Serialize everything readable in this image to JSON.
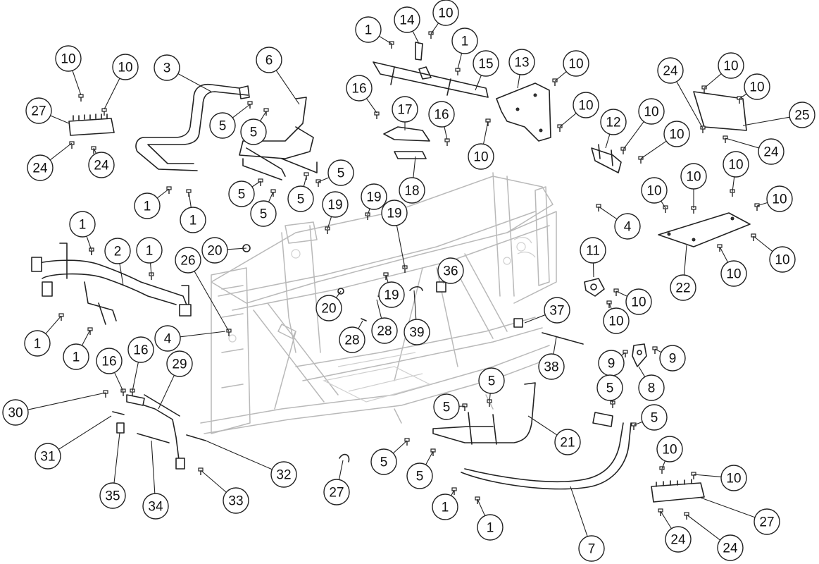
{
  "diagram": {
    "callouts": [
      {
        "label": "10"
      },
      {
        "label": "10"
      },
      {
        "label": "27"
      },
      {
        "label": "24"
      },
      {
        "label": "24"
      },
      {
        "label": "3"
      },
      {
        "label": "5"
      },
      {
        "label": "5"
      },
      {
        "label": "1"
      },
      {
        "label": "1"
      },
      {
        "label": "6"
      },
      {
        "label": "5"
      },
      {
        "label": "5"
      },
      {
        "label": "5"
      },
      {
        "label": "5"
      },
      {
        "label": "1"
      },
      {
        "label": "14"
      },
      {
        "label": "10"
      },
      {
        "label": "1"
      },
      {
        "label": "15"
      },
      {
        "label": "16"
      },
      {
        "label": "17"
      },
      {
        "label": "16"
      },
      {
        "label": "18"
      },
      {
        "label": "13"
      },
      {
        "label": "10"
      },
      {
        "label": "10"
      },
      {
        "label": "10"
      },
      {
        "label": "12"
      },
      {
        "label": "10"
      },
      {
        "label": "10"
      },
      {
        "label": "24"
      },
      {
        "label": "10"
      },
      {
        "label": "10"
      },
      {
        "label": "25"
      },
      {
        "label": "24"
      },
      {
        "label": "10"
      },
      {
        "label": "10"
      },
      {
        "label": "10"
      },
      {
        "label": "10"
      },
      {
        "label": "4"
      },
      {
        "label": "22"
      },
      {
        "label": "10"
      },
      {
        "label": "10"
      },
      {
        "label": "11"
      },
      {
        "label": "10"
      },
      {
        "label": "10"
      },
      {
        "label": "1"
      },
      {
        "label": "2"
      },
      {
        "label": "1"
      },
      {
        "label": "1"
      },
      {
        "label": "1"
      },
      {
        "label": "20"
      },
      {
        "label": "26"
      },
      {
        "label": "19"
      },
      {
        "label": "19"
      },
      {
        "label": "19"
      },
      {
        "label": "19"
      },
      {
        "label": "36"
      },
      {
        "label": "20"
      },
      {
        "label": "28"
      },
      {
        "label": "28"
      },
      {
        "label": "39"
      },
      {
        "label": "4"
      },
      {
        "label": "37"
      },
      {
        "label": "38"
      },
      {
        "label": "16"
      },
      {
        "label": "16"
      },
      {
        "label": "29"
      },
      {
        "label": "30"
      },
      {
        "label": "31"
      },
      {
        "label": "35"
      },
      {
        "label": "34"
      },
      {
        "label": "33"
      },
      {
        "label": "32"
      },
      {
        "label": "27"
      },
      {
        "label": "5"
      },
      {
        "label": "5"
      },
      {
        "label": "21"
      },
      {
        "label": "5"
      },
      {
        "label": "5"
      },
      {
        "label": "1"
      },
      {
        "label": "1"
      },
      {
        "label": "9"
      },
      {
        "label": "9"
      },
      {
        "label": "8"
      },
      {
        "label": "5"
      },
      {
        "label": "5"
      },
      {
        "label": "7"
      },
      {
        "label": "10"
      },
      {
        "label": "10"
      },
      {
        "label": "27"
      },
      {
        "label": "24"
      },
      {
        "label": "24"
      }
    ]
  }
}
